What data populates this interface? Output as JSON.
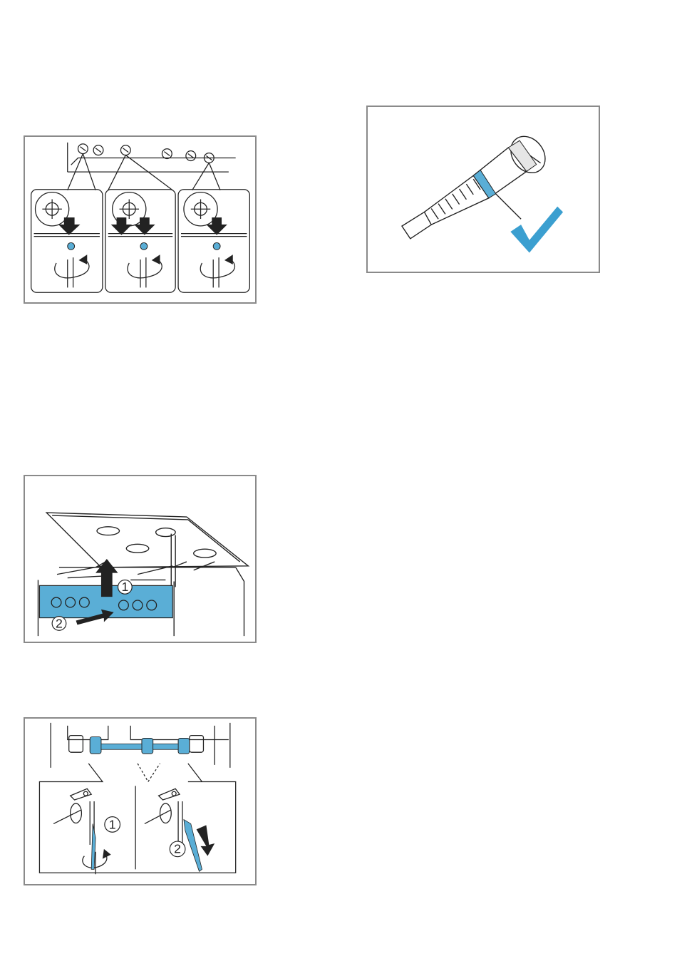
{
  "page": {
    "figures": [
      {
        "id": "screw-adjustment",
        "callouts": []
      },
      {
        "id": "injector-check",
        "callouts": []
      },
      {
        "id": "hob-lift",
        "callouts": [
          "1",
          "2"
        ]
      },
      {
        "id": "thermocouple-removal",
        "callouts": [
          "1",
          "2"
        ]
      }
    ]
  },
  "colors": {
    "accent": "#5aaed6",
    "line": "#222222",
    "frame": "#8a8a8a",
    "check": "#3b9fd0"
  }
}
